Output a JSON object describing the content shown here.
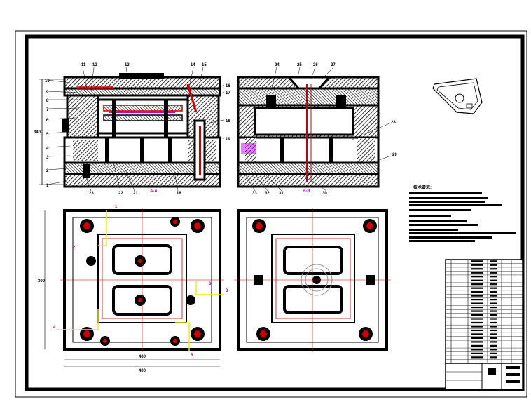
{
  "drawing": {
    "tech_title": "技术要求:",
    "section_a_labels": [
      "1",
      "2",
      "3",
      "4",
      "5",
      "6",
      "7",
      "8",
      "9",
      "10",
      "11",
      "12",
      "13",
      "14",
      "15",
      "16",
      "17",
      "18",
      "19",
      "21",
      "22",
      "23"
    ],
    "section_b_labels": [
      "24",
      "25",
      "26",
      "27",
      "28",
      "29",
      "30",
      "31",
      "32",
      "33"
    ],
    "section_marks": [
      "A-A",
      "B-B"
    ],
    "plan_markers": [
      "1",
      "2",
      "3",
      "4",
      "5",
      "6"
    ],
    "dims": [
      "400",
      "400",
      "300",
      "340"
    ]
  }
}
